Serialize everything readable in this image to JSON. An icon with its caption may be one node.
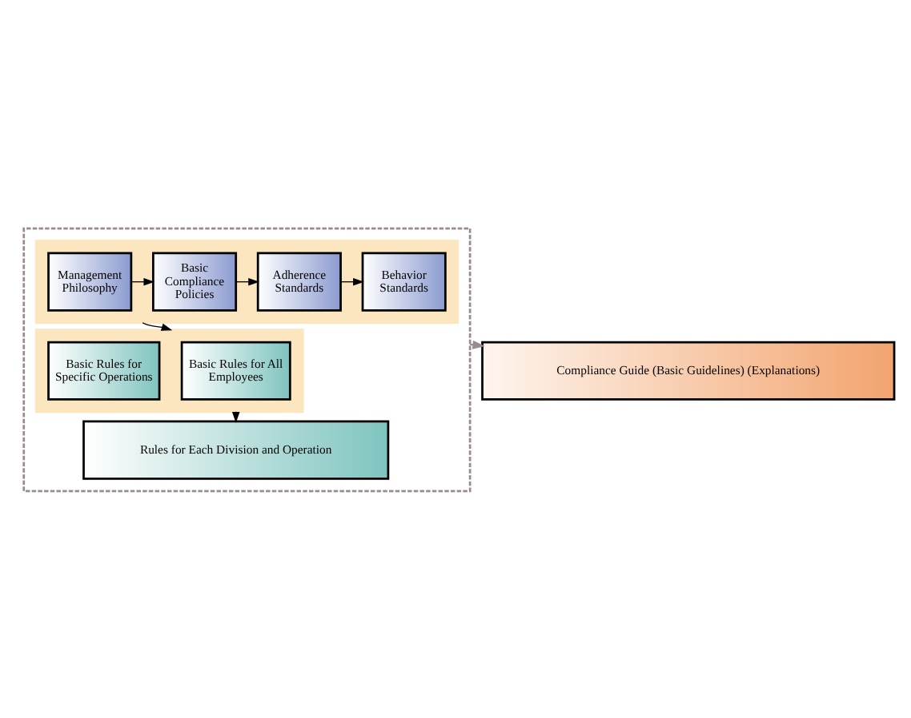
{
  "diagram": {
    "nodes": [
      {
        "text": [],
        "shape": "box"
      },
      {
        "text": [],
        "shape": "box",
        "in": 0
      },
      {
        "text": [
          "Management Philosophy"
        ],
        "in": 1
      },
      {
        "text": [
          "Basic Compliance Policies"
        ],
        "in": 1
      },
      {
        "text": [
          "Adherence Standards"
        ],
        "in": 1
      },
      {
        "text": [
          "Behavior Standards"
        ],
        "in": 1
      },
      {
        "text": [],
        "shape": "box",
        "in": 0
      },
      {
        "text": [
          "Basic Rules for All Employees"
        ],
        "in": 6
      },
      {
        "text": [
          "Basic Rules for Specific Operations"
        ],
        "in": 6
      },
      {
        "text": [
          "Rules for Each Division and Operation"
        ],
        "in": 0
      },
      {
        "text": [
          "Compliance Guide (Basic Guidelines) (Explanations)"
        ]
      }
    ],
    "edges": [
      {
        "from": 2,
        "to": 3,
        "arrow": "to"
      },
      {
        "from": 3,
        "to": 4,
        "arrow": "to"
      },
      {
        "from": 4,
        "to": 5,
        "arrow": "to"
      },
      {
        "from": 1,
        "to": 6,
        "arrow": "to"
      },
      {
        "from": 6,
        "to": 9,
        "arrow": "to"
      },
      {
        "from": 0,
        "to": 10,
        "arrow": "to",
        "style": "dashed",
        "color": "#9a8a94"
      }
    ]
  }
}
